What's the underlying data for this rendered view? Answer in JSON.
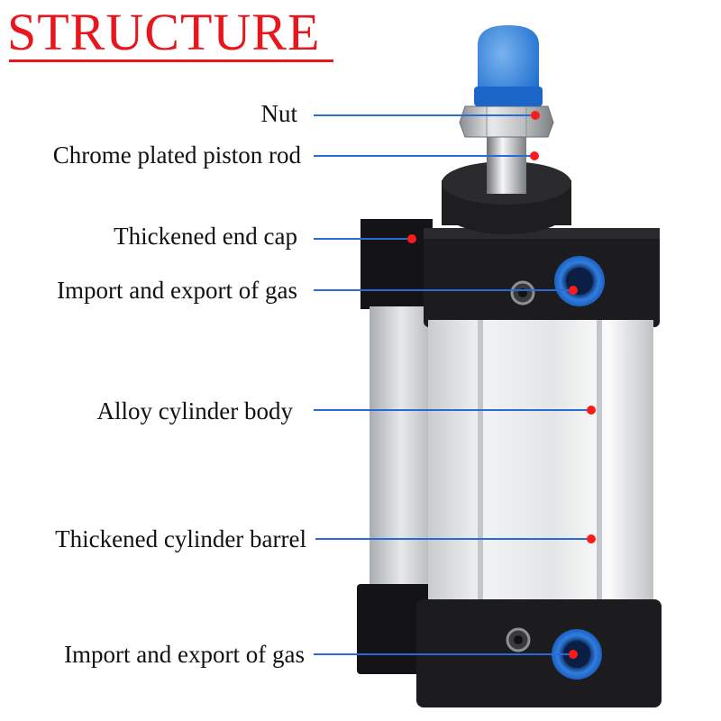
{
  "title": "STRUCTURE",
  "colors": {
    "title": "#e8161d",
    "leader_line": "#2a6ad8",
    "marker_dot": "#ff1a1a",
    "cap": "#1c1c1e",
    "barrel": "#d9dcde",
    "port": "#2f7fe0"
  },
  "callouts": [
    {
      "id": "nut",
      "label": "Nut"
    },
    {
      "id": "piston-rod",
      "label": "Chrome plated piston rod"
    },
    {
      "id": "end-cap",
      "label": "Thickened end cap"
    },
    {
      "id": "gas-port-top",
      "label": "Import and export of gas"
    },
    {
      "id": "cylinder-body",
      "label": "Alloy cylinder body"
    },
    {
      "id": "cylinder-barrel",
      "label": "Thickened cylinder barrel"
    },
    {
      "id": "gas-port-bottom",
      "label": "Import and export of gas"
    }
  ]
}
